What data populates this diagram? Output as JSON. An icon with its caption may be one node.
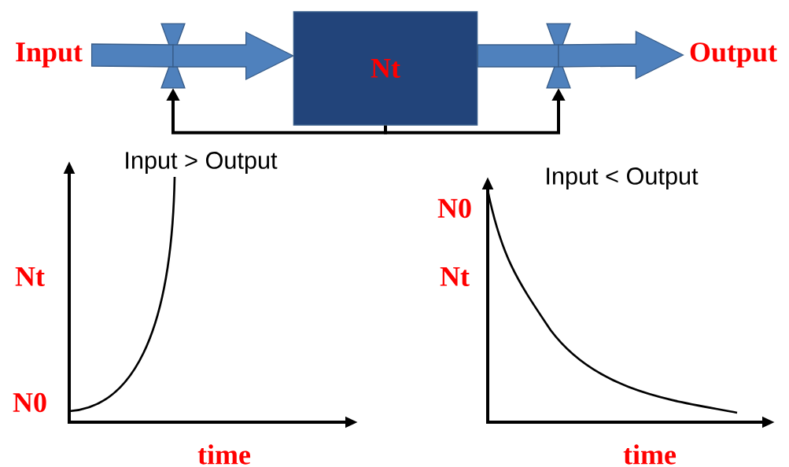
{
  "diagram": {
    "nodes": [
      {
        "text": [
          "Input"
        ]
      },
      {
        "text": [],
        "shape": "valve"
      },
      {
        "text": [
          "Nt"
        ]
      },
      {
        "text": [],
        "shape": "valve"
      },
      {
        "text": [
          "Output"
        ]
      }
    ],
    "edges": [
      {
        "from": 0,
        "to": 1,
        "arrow": "none"
      },
      {
        "from": 1,
        "to": 2,
        "arrow": "to"
      },
      {
        "from": 2,
        "to": 3,
        "arrow": "none"
      },
      {
        "from": 3,
        "to": 4,
        "arrow": "to"
      },
      {
        "from": 2,
        "to": 1,
        "arrow": "to"
      },
      {
        "from": 2,
        "to": 3,
        "arrow": "to"
      }
    ],
    "labels": [
      "Input > Output",
      "Input < Output",
      "N0",
      "Nt",
      "Nt",
      "N0",
      "time",
      "time"
    ]
  }
}
